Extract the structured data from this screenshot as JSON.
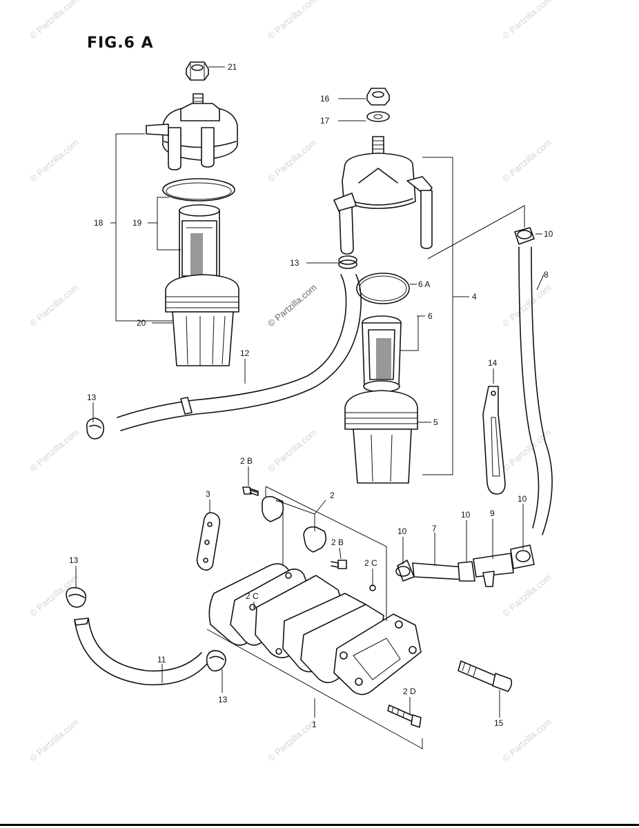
{
  "figure": {
    "title": "FIG.6 A"
  },
  "watermark": {
    "text": "© Partzilla.com"
  },
  "labels": {
    "p1": "1",
    "p2": "2",
    "p2b_top": "2 B",
    "p2b": "2 B",
    "p2c_right": "2 C",
    "p2c_left": "2 C",
    "p2d": "2 D",
    "p3": "3",
    "p4": "4",
    "p5": "5",
    "p6": "6",
    "p6a": "6 A",
    "p7": "7",
    "p8": "8",
    "p9": "9",
    "p10_top": "10",
    "p10_a": "10",
    "p10_b": "10",
    "p10_c": "10",
    "p11": "11",
    "p12": "12",
    "p13_mid": "13",
    "p13_left": "13",
    "p13_low": "13",
    "p13_bottom": "13",
    "p14": "14",
    "p15": "15",
    "p16": "16",
    "p17": "17",
    "p18": "18",
    "p19": "19",
    "p20": "20",
    "p21": "21"
  }
}
